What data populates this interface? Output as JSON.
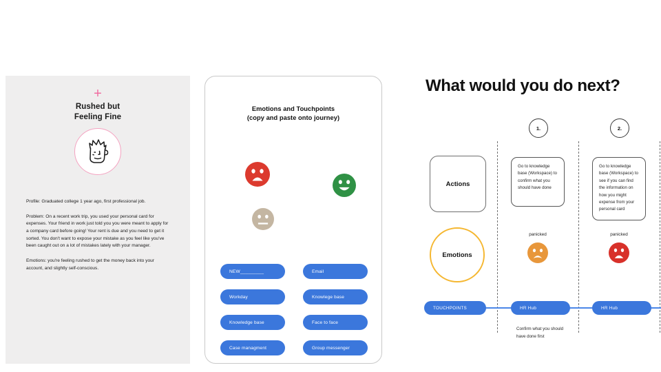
{
  "persona": {
    "plus_icon": "plus-icon",
    "title_line1": "Rushed but",
    "title_line2": "Feeling Fine",
    "avatar_icon": "sketch-face-avatar",
    "profile": "Profile: Graduated college 1 year ago, first professional job.",
    "problem": "Problem: On a recent work trip, you used your personal card for expenses. Your friend in work just told you you were meant to apply for a company card before going! Your rent is due and you need to get it sorted. You don't want to expose your mistake as you feel like you've been caught out on a lot of mistakes lately with your manager.",
    "emotions": "Emotions: you're feeling rushed to get the money back into your account, and slightly self-conscious."
  },
  "library": {
    "title_line1": "Emotions and Touchpoints",
    "title_line2": "(copy and paste onto journey)",
    "emojis": [
      {
        "name": "sad-face-red-icon",
        "mood": "sad",
        "color": "#dc3a2e"
      },
      {
        "name": "happy-face-green-icon",
        "mood": "happy",
        "color": "#2f9145"
      },
      {
        "name": "neutral-face-beige-icon",
        "mood": "neutral",
        "color": "#c4b6a2"
      }
    ],
    "chips": [
      "NEW_________",
      "Email",
      "Workday",
      "Knowlege base",
      "Knowledge base",
      "Face to face",
      "Case managment",
      "Group messenger"
    ]
  },
  "journey": {
    "heading": "What would you do next?",
    "steps": [
      {
        "number": "1."
      },
      {
        "number": "2."
      }
    ],
    "rows": {
      "actions_label": "Actions",
      "emotions_label": "Emotions",
      "touchpoints_label": "TOUCHPOINTS"
    },
    "actions": [
      "Go to knowledge base (Workspace) to confirm what you should have done",
      "Go to knowledge base (Workspace) to see if you can find the information on how you might expense from your personal card"
    ],
    "emotions": [
      {
        "label": "panicked",
        "icon": "sad-face-orange-icon",
        "color": "#e8973b"
      },
      {
        "label": "panicked",
        "icon": "sad-face-red-icon",
        "color": "#d8312a"
      }
    ],
    "touchpoints": [
      "HR Hub",
      "HR Hub"
    ],
    "touchpoint_caption": "Confirm what you should have done first"
  },
  "colors": {
    "accent_blue": "#3b77dc",
    "line_blue": "#4a86e8",
    "amber": "#f5b731",
    "pink": "#f06ca0",
    "panel_gray": "#efeeee"
  }
}
